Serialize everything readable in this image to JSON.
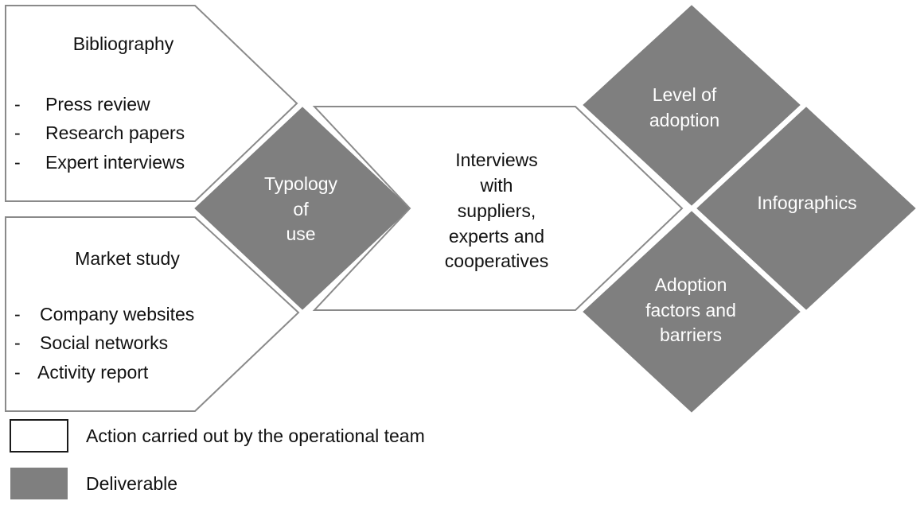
{
  "colors": {
    "action_fill": "#ffffff",
    "action_stroke": "#8a8a8a",
    "deliverable_fill": "#7f7f7f",
    "text_dark": "#111111",
    "text_light": "#ffffff"
  },
  "bibliography": {
    "title": "Bibliography",
    "items": [
      "Press review",
      "Research papers",
      "Expert interviews"
    ]
  },
  "market_study": {
    "title": "Market study",
    "items": [
      "Company websites",
      "Social networks",
      "Activity report"
    ]
  },
  "typology": {
    "lines": [
      "Typology",
      "of",
      "use"
    ]
  },
  "interviews": {
    "lines": [
      "Interviews",
      "with",
      "suppliers,",
      "experts and",
      "cooperatives"
    ]
  },
  "level_of_adoption": {
    "lines": [
      "Level of",
      "adoption"
    ]
  },
  "infographics": {
    "lines": [
      "Infographics"
    ]
  },
  "adoption_factors": {
    "lines": [
      "Adoption",
      "factors and",
      "barriers"
    ]
  },
  "legend": {
    "action_label": "Action carried out by the operational team",
    "deliverable_label": "Deliverable"
  },
  "bullet_marker": "-"
}
